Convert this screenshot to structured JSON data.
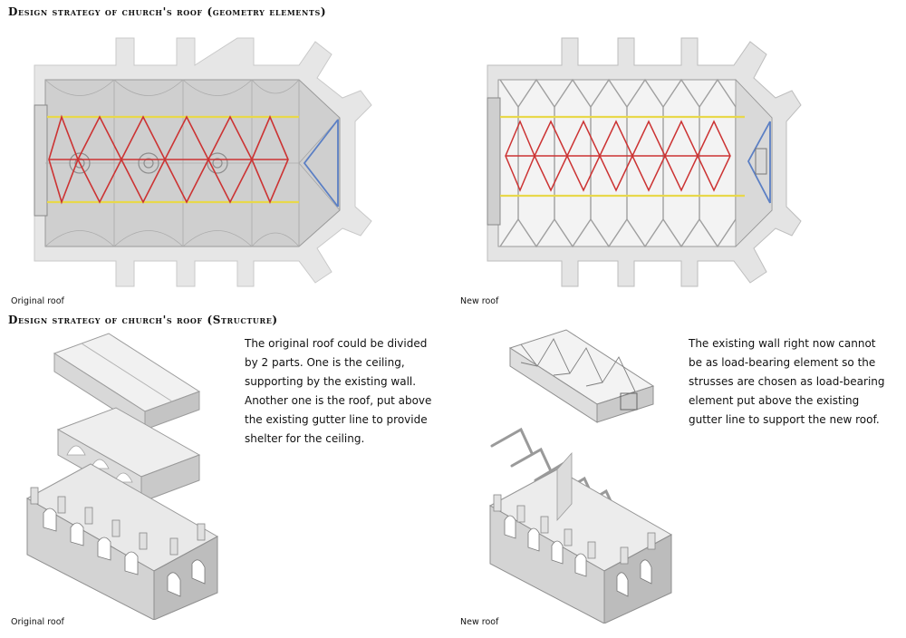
{
  "headings": {
    "geometry": "Design strategy of church's roof (geometry elements)",
    "structure": "Design strategy of church's roof (Structure)"
  },
  "captions": {
    "plan_original": "Original roof",
    "plan_new": "New roof",
    "iso_original": "Original roof",
    "iso_new": "New roof"
  },
  "paragraphs": {
    "original": "The original roof could be divided by 2 parts. One is the ceiling, supporting by the existing wall. Another one is the roof, put above the existing gutter line to provide shelter for the ceiling.",
    "new": "The existing wall right now cannot be as load-bearing element so the strusses are chosen as load-bearing element put above the existing gutter line to support the new roof."
  },
  "colors": {
    "gutter_line": "#e8d84a",
    "rib_pattern": "#cc3333",
    "apse_ribs": "#5b7fc4",
    "wall": "#e6e6e6",
    "vault": "#cfcfcf"
  }
}
